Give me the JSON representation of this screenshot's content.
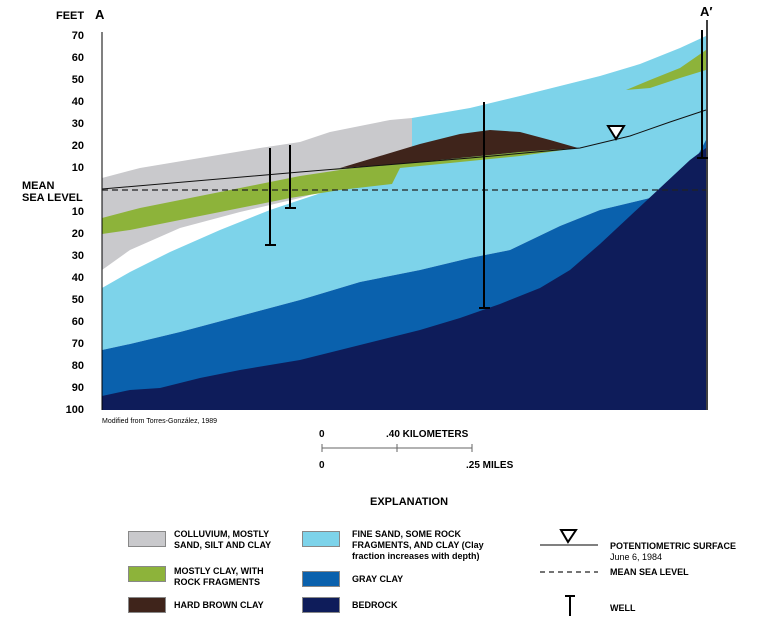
{
  "title_left": "A",
  "title_right": "A′",
  "axis_unit": "FEET",
  "mean_sea_level_label": [
    "MEAN",
    "SEA LEVEL"
  ],
  "ticks_above": [
    "70",
    "60",
    "50",
    "40",
    "30",
    "20",
    "10"
  ],
  "ticks_below": [
    "10",
    "20",
    "30",
    "40",
    "50",
    "60",
    "70",
    "80",
    "90",
    "100"
  ],
  "source_note": "Modified from Torres-González, 1989",
  "scale": {
    "km_zero": "0",
    "km_label": ".40 KILOMETERS",
    "mi_zero": "0",
    "mi_label": ".25 MILES"
  },
  "explanation": {
    "heading": "EXPLANATION",
    "units": [
      {
        "label_1": "COLLUVIUM, MOSTLY",
        "label_2": "SAND, SILT AND CLAY",
        "color": "#c9c9cc"
      },
      {
        "label_1": "MOSTLY CLAY, WITH",
        "label_2": "ROCK FRAGMENTS",
        "color": "#8db33a"
      },
      {
        "label_1": "HARD BROWN CLAY",
        "label_2": "",
        "color": "#3f241b"
      },
      {
        "label_1": "FINE SAND, SOME ROCK",
        "label_2": "FRAGMENTS, AND CLAY (Clay",
        "label_3": "fraction increases with depth)",
        "color": "#7dd3ea"
      },
      {
        "label_1": "GRAY CLAY",
        "label_2": "",
        "color": "#0a61ad"
      },
      {
        "label_1": "BEDROCK",
        "label_2": "",
        "color": "#0e1c5a"
      }
    ],
    "symbols": {
      "potentiometric_1": "POTENTIOMETRIC SURFACE",
      "potentiometric_2": "June 6, 1984",
      "msl": "MEAN SEA LEVEL",
      "well": "WELL"
    }
  }
}
